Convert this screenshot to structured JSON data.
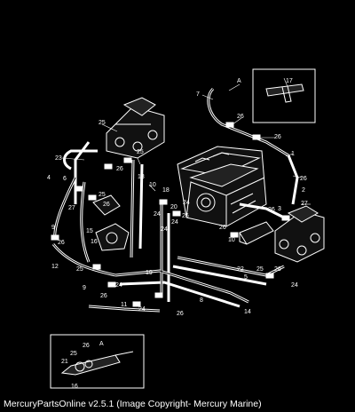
{
  "footer": "MercuryPartsOnline v2.5.1 (Image Copyright- Mercury Marine)",
  "callouts": {
    "c7": "7",
    "cA": "A",
    "c17": "17",
    "c26a": "26",
    "c25a": "25",
    "c26b": "26",
    "c1": "1",
    "c23": "23",
    "c25b": "25",
    "c26c": "26",
    "c13": "13",
    "c4": "4",
    "c6": "6",
    "c27a": "27",
    "c25c": "25",
    "c10": "10",
    "c18": "18",
    "c24a": "24",
    "c26d": "26",
    "c26e": "26",
    "c2": "2",
    "c27b": "27",
    "c3": "3",
    "c20": "20",
    "c24b": "24",
    "c24c": "24",
    "c26f": "26",
    "c26g": "26",
    "c9a": "9",
    "c15": "15",
    "c26h": "26",
    "c24d": "24",
    "c10b": "10",
    "c12": "12",
    "c26i": "26",
    "c19": "19",
    "c22": "22",
    "c5": "5",
    "c25d": "25",
    "c25e": "25",
    "c24e": "24",
    "c24f": "24",
    "c9b": "9",
    "c26j": "26",
    "c26k": "26",
    "c8": "8",
    "c11": "11",
    "c24g": "24",
    "c26l": "26",
    "c14": "14",
    "cA2": "A",
    "c26m": "26",
    "c21": "21",
    "c25f": "25",
    "c16": "16",
    "c16b": "16"
  }
}
